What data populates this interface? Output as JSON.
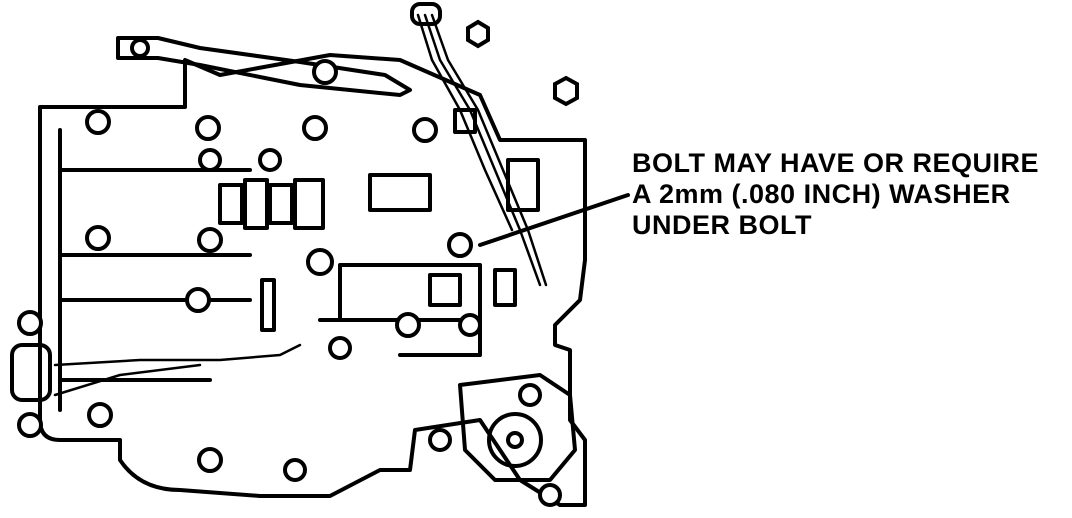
{
  "callout": {
    "lines": [
      "BOLT MAY HAVE OR REQUIRE",
      "A 2mm (.080 INCH) WASHER",
      "UNDER BOLT"
    ]
  },
  "colors": {
    "ink": "#000000",
    "paper": "#ffffff"
  }
}
